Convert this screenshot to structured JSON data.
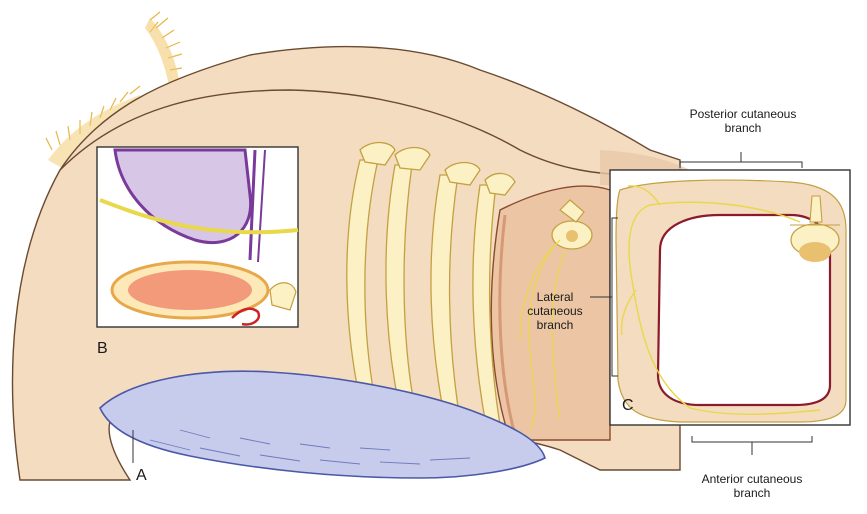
{
  "figure": {
    "panel_labels": {
      "a": "A",
      "b": "B",
      "c": "C"
    },
    "annotations": {
      "posterior_line1": "Posterior cutaneous",
      "posterior_line2": "branch",
      "lateral_line1": "Lateral",
      "lateral_line2": "cutaneous",
      "lateral_line3": "branch",
      "anterior_line1": "Anterior cutaneous",
      "anterior_line2": "branch"
    }
  },
  "colors": {
    "skin": "#f3dcc0",
    "skin_outline": "#6b4a30",
    "rib": "#fbf1c4",
    "rib_outline": "#c4a040",
    "nerve": "#e8d84a",
    "lung_wall": "#8b1a2a",
    "breast": "#c7ccec",
    "breast_outline": "#4a58a8",
    "vessel_purple": "#7a3a9a",
    "vessel_purple_fill": "#d7c6e6",
    "hair": "#e6b646",
    "muscle_pink": "#f08c6e"
  },
  "icons": {
    "vertebra": "vertebra-illustration",
    "nerve": "nerve-branch-illustration"
  }
}
